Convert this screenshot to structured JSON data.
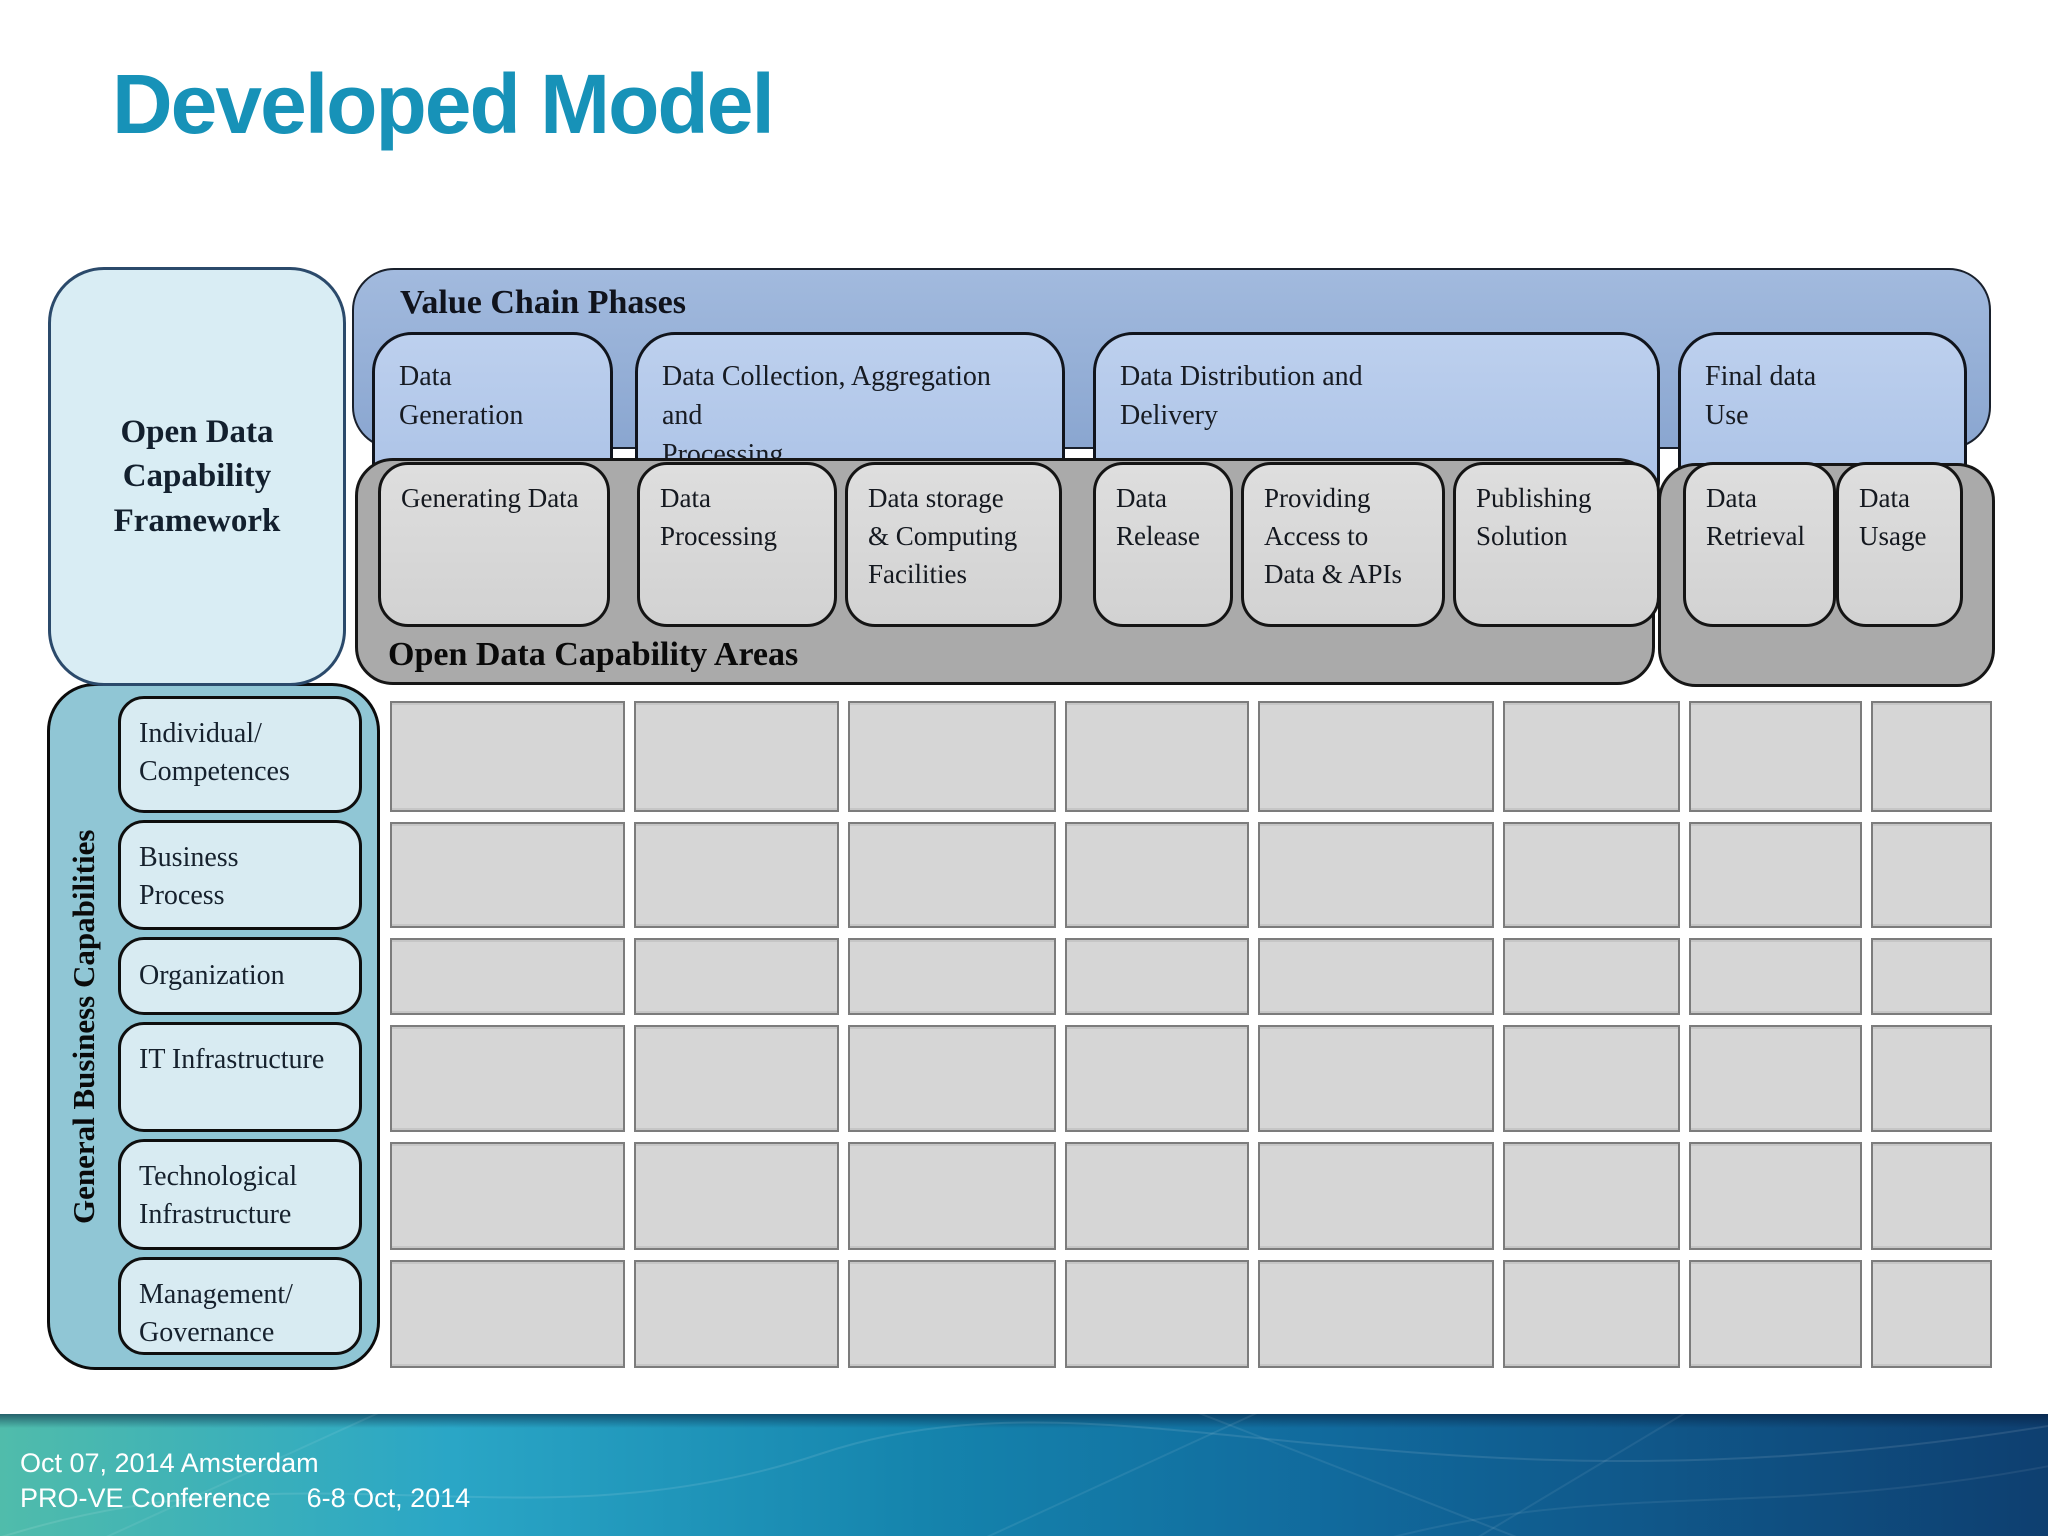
{
  "title": "Developed Model",
  "framework": {
    "label": "Open Data\nCapability\nFramework"
  },
  "value_chain": {
    "label": "Value Chain Phases",
    "phases": [
      {
        "text": "Data\nGeneration"
      },
      {
        "text": "Data Collection, Aggregation and\nProcessing"
      },
      {
        "text": "Data Distribution and\nDelivery"
      },
      {
        "text": "Final data\nUse"
      }
    ]
  },
  "capability_areas": {
    "label": "Open Data Capability Areas",
    "areas": [
      {
        "text": "Generating Data"
      },
      {
        "text": "Data\nProcessing"
      },
      {
        "text": "Data storage\n& Computing\nFacilities"
      },
      {
        "text": "Data\nRelease"
      },
      {
        "text": "Providing\nAccess to\nData & APIs"
      },
      {
        "text": "Publishing\nSolution"
      },
      {
        "text": "Data\nRetrieval"
      },
      {
        "text": "Data\nUsage"
      }
    ]
  },
  "business_capabilities": {
    "label": "General Business Capabilities",
    "items": [
      {
        "text": "Individual/\nCompetences"
      },
      {
        "text": "Business\nProcess"
      },
      {
        "text": "Organization"
      },
      {
        "text": "IT Infrastructure"
      },
      {
        "text": "Technological\nInfrastructure"
      },
      {
        "text": "Management/\nGovernance"
      }
    ]
  },
  "matrix": {
    "rows": 6,
    "cols": 8
  },
  "footer": {
    "line1": "Oct 07, 2014 Amsterdam",
    "conference": "PRO-VE Conference",
    "dates": "6-8 Oct, 2014"
  },
  "colors": {
    "title": "#1792b8",
    "band_blue": "#95afd7",
    "phase_fill": "#b3c8ea",
    "framework_fill": "#d9edf4",
    "sidebar_fill": "#90c6d5",
    "sidebar_item_fill": "#d8ebf2",
    "gray_band": "#aaaaaa",
    "area_fill": "#d8d8d8",
    "grid_cell_fill": "#d6d6d6",
    "footer_left": "#50bcab",
    "footer_right": "#0e3f70"
  }
}
